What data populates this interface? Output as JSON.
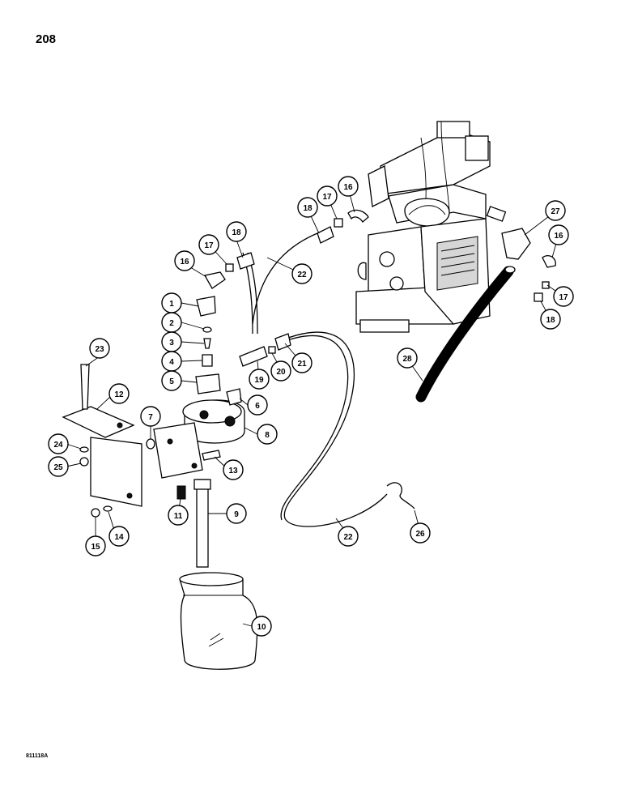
{
  "page_number": "208",
  "figure_code": "811118A",
  "callouts": [
    "1",
    "2",
    "3",
    "4",
    "5",
    "6",
    "7",
    "8",
    "9",
    "10",
    "11",
    "12",
    "13",
    "14",
    "15",
    "16",
    "16",
    "16",
    "17",
    "17",
    "17",
    "18",
    "18",
    "18",
    "19",
    "20",
    "21",
    "22",
    "22",
    "23",
    "24",
    "25",
    "26",
    "27",
    "28"
  ]
}
